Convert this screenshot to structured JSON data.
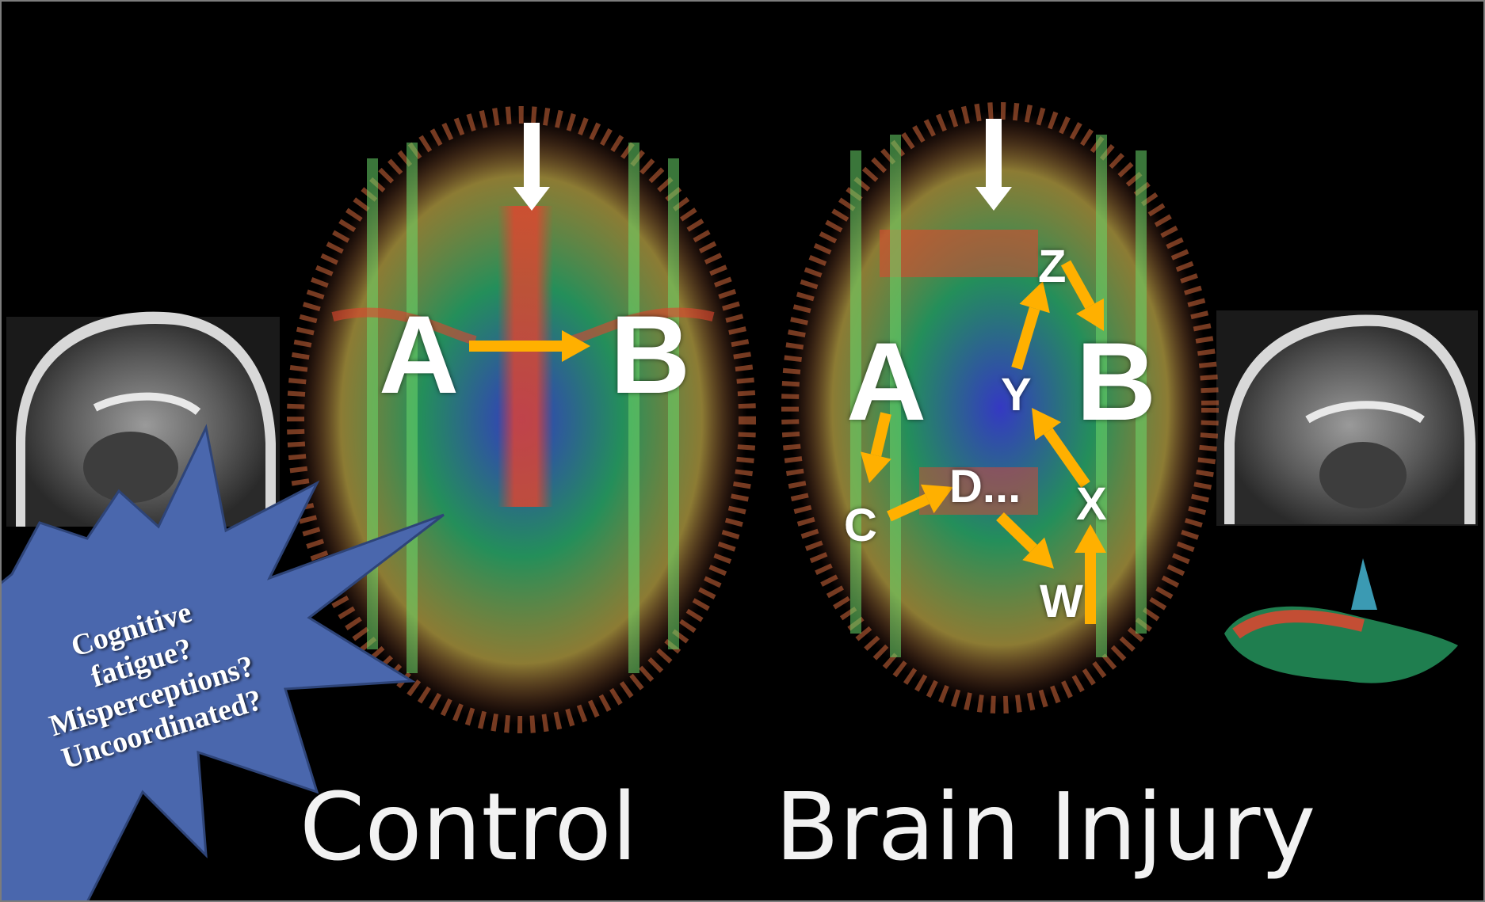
{
  "captions": {
    "left": "Control",
    "right": "Brain Injury"
  },
  "control_labels": {
    "a": "A",
    "b": "B"
  },
  "injury_labels": {
    "a": "A",
    "b": "B",
    "c": "C",
    "d": "D...",
    "w": "W",
    "x": "X",
    "y": "Y",
    "z": "Z"
  },
  "callout_lines": [
    "Cognitive",
    "fatigue?",
    "Misperceptions?",
    "Uncoordinated?"
  ],
  "colors": {
    "arrow": "#FFB000",
    "burst_fill": "#4a67ad",
    "burst_stroke": "#2e4478",
    "background": "#000000"
  }
}
